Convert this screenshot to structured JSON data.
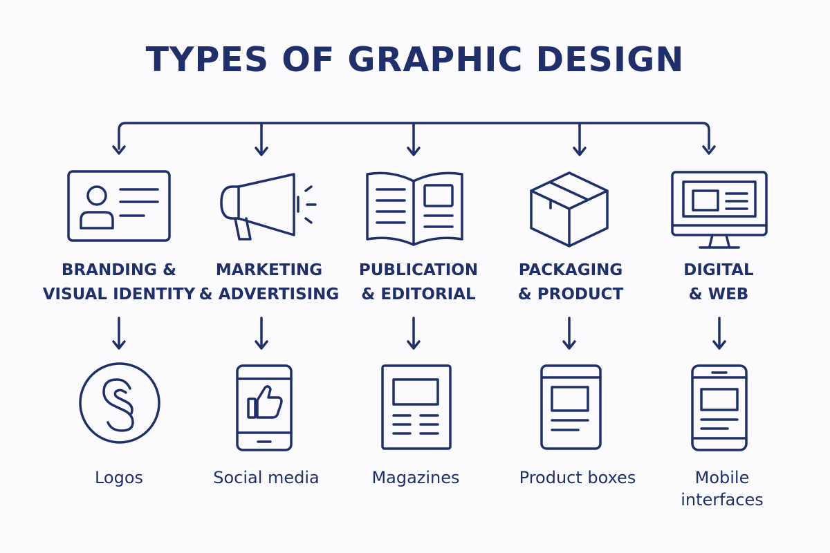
{
  "title": "TYPES OF GRAPHIC DESIGN",
  "accent_color": "#1f2f6b",
  "categories": [
    {
      "label_lines": [
        "BRANDING &",
        "VISUAL IDENTITY"
      ],
      "icon": "id-card-icon",
      "example": {
        "label_lines": [
          "Logos"
        ],
        "icon": "logo-mark-icon"
      }
    },
    {
      "label_lines": [
        "MARKETING",
        "& ADVERTISING"
      ],
      "icon": "megaphone-icon",
      "example": {
        "label_lines": [
          "Social media"
        ],
        "icon": "phone-thumbs-up-icon"
      }
    },
    {
      "label_lines": [
        "PUBLICATION",
        "& EDITORIAL"
      ],
      "icon": "open-book-icon",
      "example": {
        "label_lines": [
          "Magazines"
        ],
        "icon": "magazine-icon"
      }
    },
    {
      "label_lines": [
        "PACKAGING",
        "& PRODUCT"
      ],
      "icon": "box-icon",
      "example": {
        "label_lines": [
          "Product boxes"
        ],
        "icon": "product-box-icon"
      }
    },
    {
      "label_lines": [
        "DIGITAL",
        "& WEB"
      ],
      "icon": "monitor-icon",
      "example": {
        "label_lines": [
          "Mobile",
          "interfaces"
        ],
        "icon": "mobile-interface-icon"
      }
    }
  ]
}
